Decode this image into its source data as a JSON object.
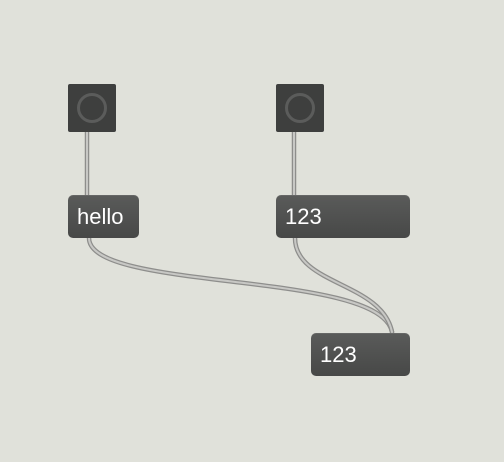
{
  "patcher": {
    "message_hello": "hello",
    "message_123_top": "123",
    "message_123_bottom": "123"
  }
}
